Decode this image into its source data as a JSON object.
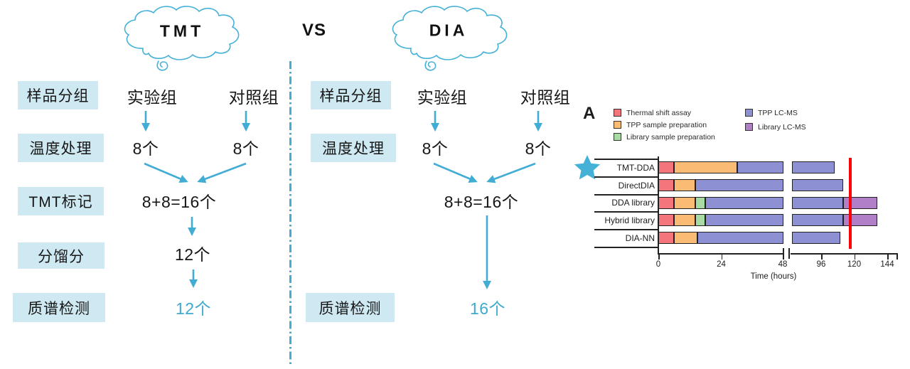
{
  "header": {
    "left_cloud": "TMT",
    "vs": "VS",
    "right_cloud": "DIA"
  },
  "colors": {
    "teal_accent": "#41acd4",
    "step_label_bg": "#cfe9f3",
    "highlight_text": "#3fa9cf",
    "red_marker": "#ff0008"
  },
  "tmt_flow": {
    "step_labels": [
      "样品分组",
      "温度处理",
      "TMT标记",
      "分馏分",
      "质谱检测"
    ],
    "group_left": "实验组",
    "group_right": "对照组",
    "count_left": "8个",
    "count_right": "8个",
    "sum": "8+8=16个",
    "fractions": "12个",
    "ms_count": "12个"
  },
  "dia_flow": {
    "step_labels": [
      "样品分组",
      "温度处理",
      "质谱检测"
    ],
    "group_left": "实验组",
    "group_right": "对照组",
    "count_left": "8个",
    "count_right": "8个",
    "sum": "8+8=16个",
    "ms_count": "16个"
  },
  "chart_data": {
    "type": "bar",
    "orientation": "horizontal-stacked",
    "panel_label": "A",
    "xlabel": "Time (hours)",
    "xticks": [
      0,
      24,
      48,
      96,
      120,
      144
    ],
    "axis_break_hours": [
      48,
      74
    ],
    "red_marker_hours": 117,
    "starred_category": "TMT-DDA",
    "legend": [
      {
        "key": "tsa",
        "label": "Thermal shift assay",
        "color": "#f4757b"
      },
      {
        "key": "tpp_prep",
        "label": "TPP sample preparation",
        "color": "#fabc74"
      },
      {
        "key": "lib_prep",
        "label": "Library sample preparation",
        "color": "#a8dba3"
      },
      {
        "key": "tpp_lcms",
        "label": "TPP LC-MS",
        "color": "#8d90d2"
      },
      {
        "key": "lib_lcms",
        "label": "Library LC-MS",
        "color": "#b07fc7"
      }
    ],
    "categories": [
      "TMT-DDA",
      "DirectDIA",
      "DDA library",
      "Hybrid library",
      "DIA-NN"
    ],
    "rows": [
      {
        "name": "TMT-DDA",
        "segments": [
          {
            "key": "tsa",
            "start": 0,
            "end": 6
          },
          {
            "key": "tpp_prep",
            "start": 6,
            "end": 30
          },
          {
            "key": "tpp_lcms",
            "start": 30,
            "end": 106
          }
        ]
      },
      {
        "name": "DirectDIA",
        "segments": [
          {
            "key": "tsa",
            "start": 0,
            "end": 6
          },
          {
            "key": "tpp_prep",
            "start": 6,
            "end": 14
          },
          {
            "key": "tpp_lcms",
            "start": 14,
            "end": 112
          }
        ]
      },
      {
        "name": "DDA library",
        "segments": [
          {
            "key": "tsa",
            "start": 0,
            "end": 6
          },
          {
            "key": "tpp_prep",
            "start": 6,
            "end": 14
          },
          {
            "key": "lib_prep",
            "start": 14,
            "end": 18
          },
          {
            "key": "tpp_lcms",
            "start": 18,
            "end": 112
          },
          {
            "key": "lib_lcms",
            "start": 112,
            "end": 137
          }
        ]
      },
      {
        "name": "Hybrid library",
        "segments": [
          {
            "key": "tsa",
            "start": 0,
            "end": 6
          },
          {
            "key": "tpp_prep",
            "start": 6,
            "end": 14
          },
          {
            "key": "lib_prep",
            "start": 14,
            "end": 18
          },
          {
            "key": "tpp_lcms",
            "start": 18,
            "end": 112
          },
          {
            "key": "lib_lcms",
            "start": 112,
            "end": 137
          }
        ]
      },
      {
        "name": "DIA-NN",
        "segments": [
          {
            "key": "tsa",
            "start": 0,
            "end": 6
          },
          {
            "key": "tpp_prep",
            "start": 6,
            "end": 15
          },
          {
            "key": "tpp_lcms",
            "start": 15,
            "end": 110
          }
        ]
      }
    ]
  }
}
